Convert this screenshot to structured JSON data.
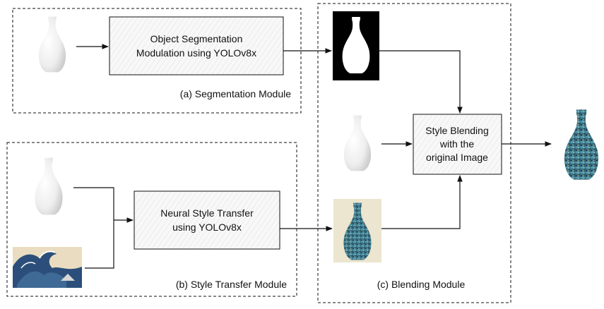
{
  "modules": {
    "segmentation": {
      "label": "(a) Segmentation Module"
    },
    "style_transfer": {
      "label": "(b) Style Transfer Module"
    },
    "blending": {
      "label": "(c) Blending Module"
    }
  },
  "boxes": {
    "segmentation": {
      "line1": "Object Segmentation",
      "line2": "Modulation using YOLOv8x"
    },
    "style_transfer": {
      "line1": "Neural Style Transfer",
      "line2": "using YOLOv8x"
    },
    "blending": {
      "line1": "Style Blending",
      "line2": "with the",
      "line3": "original Image"
    }
  },
  "images": {
    "white_vase": "white-vase-image",
    "mask": "segmentation-mask-image",
    "wave_painting": "great-wave-painting-image",
    "stylized_vase": "stylized-vase-image",
    "output_vase": "output-vase-image"
  },
  "colors": {
    "line": "#111111",
    "box_fill": "#f7f7f7",
    "hatch": "#dcdcdc",
    "vase_body": "#f1f1f1",
    "vase_shade": "#c8c8c8",
    "wave_blue": "#2b4f7a",
    "wave_bg": "#e9dcc0",
    "mosaic_dark": "#1f3f55",
    "mosaic_teal": "#4f98a8"
  }
}
